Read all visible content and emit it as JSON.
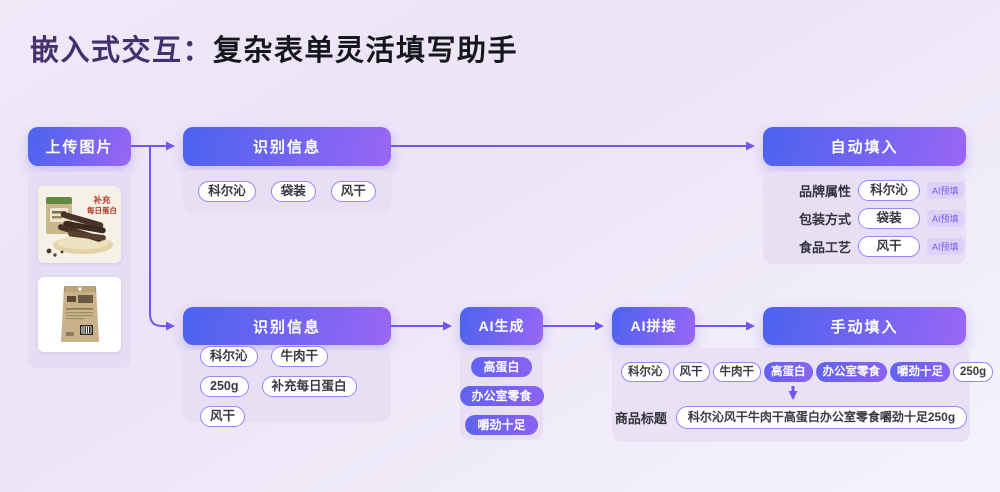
{
  "title": {
    "highlight": "嵌入式交互：",
    "rest": "复杂表单灵活填写助手"
  },
  "colors": {
    "accent": "#7356ee",
    "button_gradient": [
      "#4a63ee",
      "#9a66f5"
    ],
    "badge_text": "#7a5af0"
  },
  "upload": {
    "button_label": "上传图片"
  },
  "product_photos": {
    "photo1_text_line1": "补充",
    "photo1_text_line2": "每日蛋白"
  },
  "top_flow": {
    "recognize": {
      "button_label": "识别信息",
      "tags": [
        "科尔沁",
        "袋装",
        "风干"
      ]
    },
    "autofill": {
      "button_label": "自动填入",
      "fields": [
        {
          "label": "品牌属性",
          "value": "科尔沁",
          "badge": "AI预填"
        },
        {
          "label": "包装方式",
          "value": "袋装",
          "badge": "AI预填"
        },
        {
          "label": "食品工艺",
          "value": "风干",
          "badge": "AI预填"
        }
      ]
    }
  },
  "bottom_flow": {
    "recognize": {
      "button_label": "识别信息",
      "tags": [
        "科尔沁",
        "牛肉干",
        "250g",
        "补充每日蛋白",
        "风干"
      ]
    },
    "ai_generate": {
      "button_label": "AI生成",
      "tags": [
        "高蛋白",
        "办公室零食",
        "嚼劲十足"
      ]
    },
    "ai_splice": {
      "button_label": "AI拼接"
    },
    "manual_fill": {
      "button_label": "手动填入",
      "pills": [
        {
          "text": "科尔沁",
          "filled": false
        },
        {
          "text": "风干",
          "filled": false
        },
        {
          "text": "牛肉干",
          "filled": false
        },
        {
          "text": "高蛋白",
          "filled": true
        },
        {
          "text": "办公室零食",
          "filled": true
        },
        {
          "text": "嚼劲十足",
          "filled": true
        },
        {
          "text": "250g",
          "filled": false
        }
      ],
      "title_label": "商品标题",
      "title_value": "科尔沁风干牛肉干高蛋白办公室零食嚼劲十足250g"
    }
  }
}
